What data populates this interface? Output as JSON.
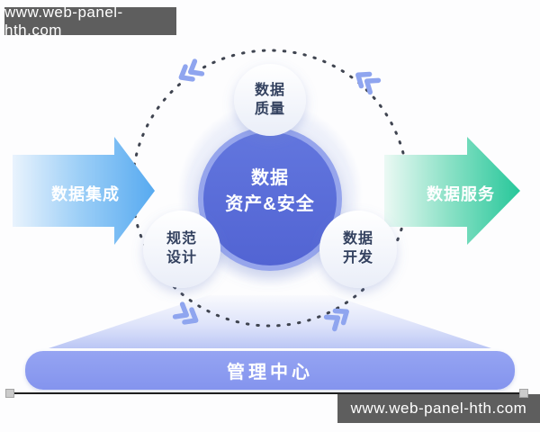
{
  "watermarks": {
    "top": "www.web-panel-hth.com",
    "bottom": "www.web-panel-hth.com"
  },
  "flow": {
    "left_arrow": "数据集成",
    "right_arrow": "数据服务"
  },
  "center_circle": {
    "line1": "数据",
    "line2": "资产&安全"
  },
  "satellites": {
    "quality": {
      "line1": "数据",
      "line2": "质量"
    },
    "design": {
      "line1": "规范",
      "line2": "设计"
    },
    "development": {
      "line1": "数据",
      "line2": "开发"
    }
  },
  "management_bar": {
    "label": "管理中心"
  },
  "colors": {
    "center_circle": "#5a6ed8",
    "center_ring": "#96a5ec",
    "left_arrow_tip": "#57aaf0",
    "right_arrow_tip": "#27c79a",
    "management_bar": "#8b9cf0",
    "chevron": "#8fa5ef",
    "dashed_circle": "#3f4450",
    "satellite_text": "#33415f",
    "watermark_bg": "#5e5e5e"
  }
}
